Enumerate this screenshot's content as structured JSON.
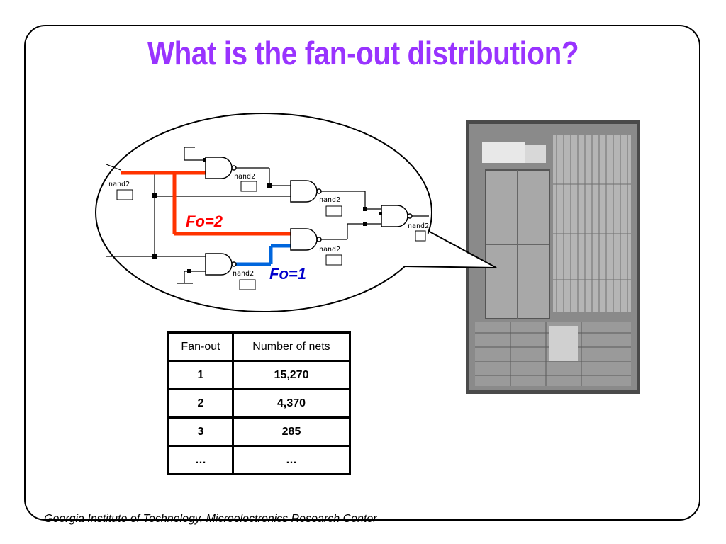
{
  "slide": {
    "title": "What is the fan-out distribution?",
    "footer": "Georgia Institute of Technology, Microelectronics Research Center"
  },
  "diagram": {
    "fo2_label": "Fo=2",
    "fo1_label": "Fo=1",
    "gate_label": "nand2",
    "fo2_color": "#ff3300",
    "fo1_color": "#0066dd"
  },
  "table": {
    "headers": [
      "Fan-out",
      "Number of nets"
    ],
    "rows": [
      [
        "1",
        "15,270"
      ],
      [
        "2",
        "4,370"
      ],
      [
        "3",
        "285"
      ],
      [
        "…",
        "…"
      ]
    ]
  },
  "colors": {
    "title": "#9933ff"
  }
}
